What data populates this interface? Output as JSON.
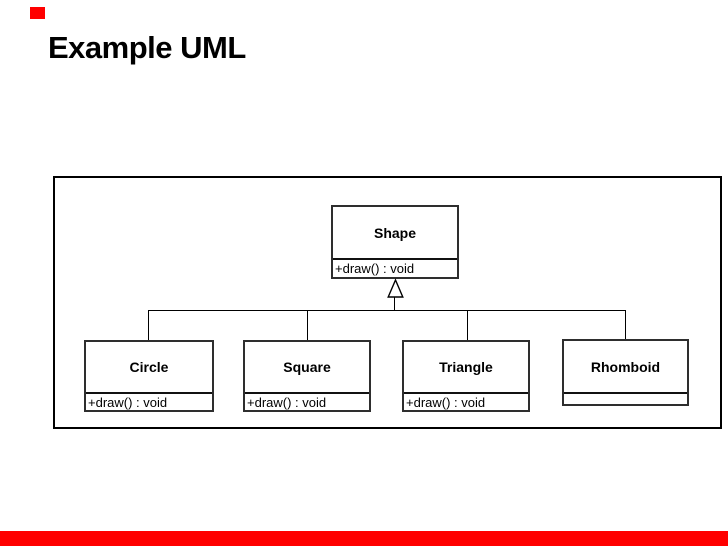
{
  "slide": {
    "title": "Example UML",
    "accent_color": "#ff0000"
  },
  "diagram": {
    "parent": {
      "name": "Shape",
      "method": "+draw() : void"
    },
    "children": [
      {
        "name": "Circle",
        "method": "+draw() : void"
      },
      {
        "name": "Square",
        "method": "+draw() : void"
      },
      {
        "name": "Triangle",
        "method": "+draw() : void"
      },
      {
        "name": "Rhomboid",
        "method": ""
      }
    ]
  }
}
